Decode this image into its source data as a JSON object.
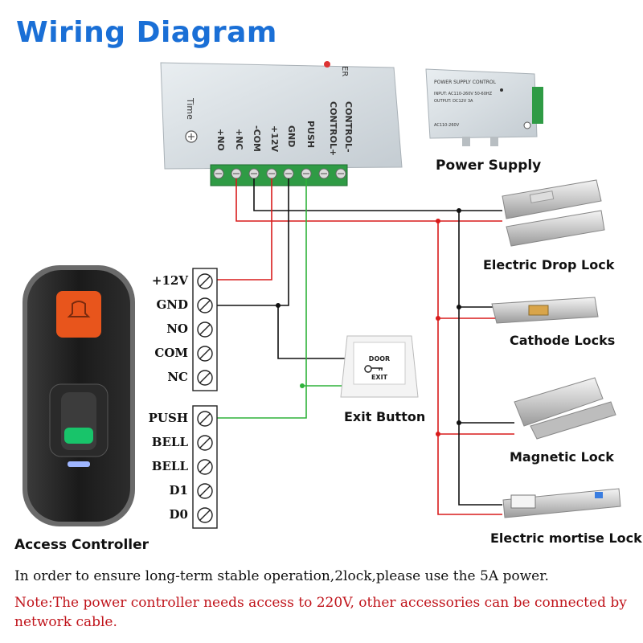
{
  "title": "Wiring Diagram",
  "controller_terminals": [
    "CONTROL-",
    "CONTROL+",
    "PUSH",
    "GND",
    "+12V",
    "-COM",
    "+NC",
    "+NO"
  ],
  "controller_time_label": "Time",
  "controller_top_label": "ER",
  "power_supply": {
    "label": "Power Supply",
    "header": "POWER SUPPLY CONTROL",
    "input": "INPUT: AC110-260V 50-60HZ",
    "output": "OUTPUT: DC12V  3A",
    "ac_range": "AC110-260V"
  },
  "access_terminals_top": [
    "+12V",
    "GND",
    "NO",
    "COM",
    "NC"
  ],
  "access_terminals_bottom": [
    "PUSH",
    "BELL",
    "BELL",
    "D1",
    "D0"
  ],
  "exit_button": {
    "label": "Exit Button",
    "line1": "DOOR",
    "line2": "EXIT"
  },
  "locks": {
    "drop": "Electric Drop Lock",
    "cathode": "Cathode Locks",
    "magnetic": "Magnetic Lock",
    "mortise": "Electric mortise Lock"
  },
  "access_controller_label": "Access Controller",
  "note_main": "In order to ensure long-term stable operation,2lock,please use the 5A power.",
  "note_red": "Note:The power controller needs access to 220V, other accessories can be connected by network cable.",
  "colors": {
    "title": "#1a6fd6",
    "wire_red": "#d91c1c",
    "wire_black": "#111111",
    "wire_green": "#2fb23a",
    "note_red": "#c0141b"
  }
}
